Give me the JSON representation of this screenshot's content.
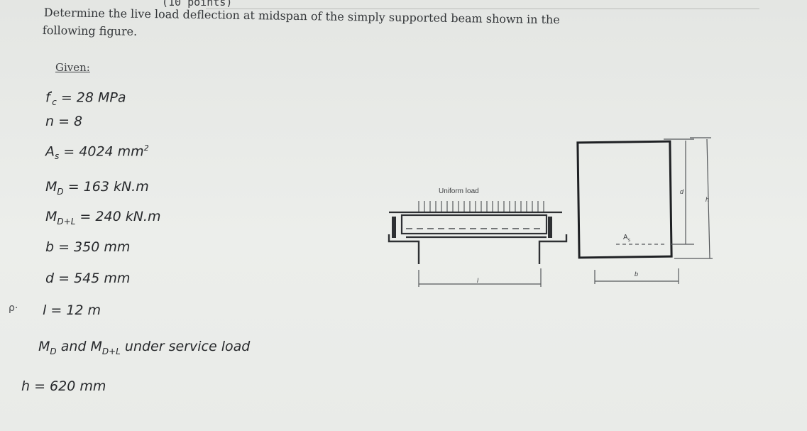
{
  "header": {
    "points": "(10 points)",
    "question_line1": "Determine the live load deflection at midspan of the simply supported beam shown in the",
    "question_line2": "following figure."
  },
  "given": {
    "heading": "Given:",
    "fc": {
      "symbol": "f",
      "sub": "c",
      "prime": "′",
      "value": " = 28 MPa"
    },
    "n": {
      "symbol": "n",
      "value": " = 8"
    },
    "As": {
      "symbol": "A",
      "sub": "s",
      "value": " = 4024 mm",
      "sup": "2"
    },
    "MD": {
      "symbol": "M",
      "sub": "D",
      "value": " = 163 kN.m"
    },
    "MDL": {
      "symbol": "M",
      "sub": "D+L",
      "value": " = 240 kN.m"
    },
    "b": {
      "symbol": "b",
      "value": " = 350 mm"
    },
    "d": {
      "symbol": "d",
      "value": " = 545 mm"
    },
    "l": {
      "symbol": "l",
      "value": " = 12 m"
    },
    "service": {
      "sym1": "M",
      "sub1": "D",
      "mid": " and ",
      "sym2": "M",
      "sub2": "D+L",
      "tail": " under service load"
    },
    "h": {
      "symbol": "h",
      "value": " = 620 mm"
    }
  },
  "figure": {
    "uniform_load_label": "Uniform load",
    "span_label": "l",
    "section_d_label": "d",
    "section_h_label": "h",
    "section_As_label": "A",
    "section_As_sub": "s",
    "section_b_label": "b"
  },
  "cursor_mark": "ρ·"
}
